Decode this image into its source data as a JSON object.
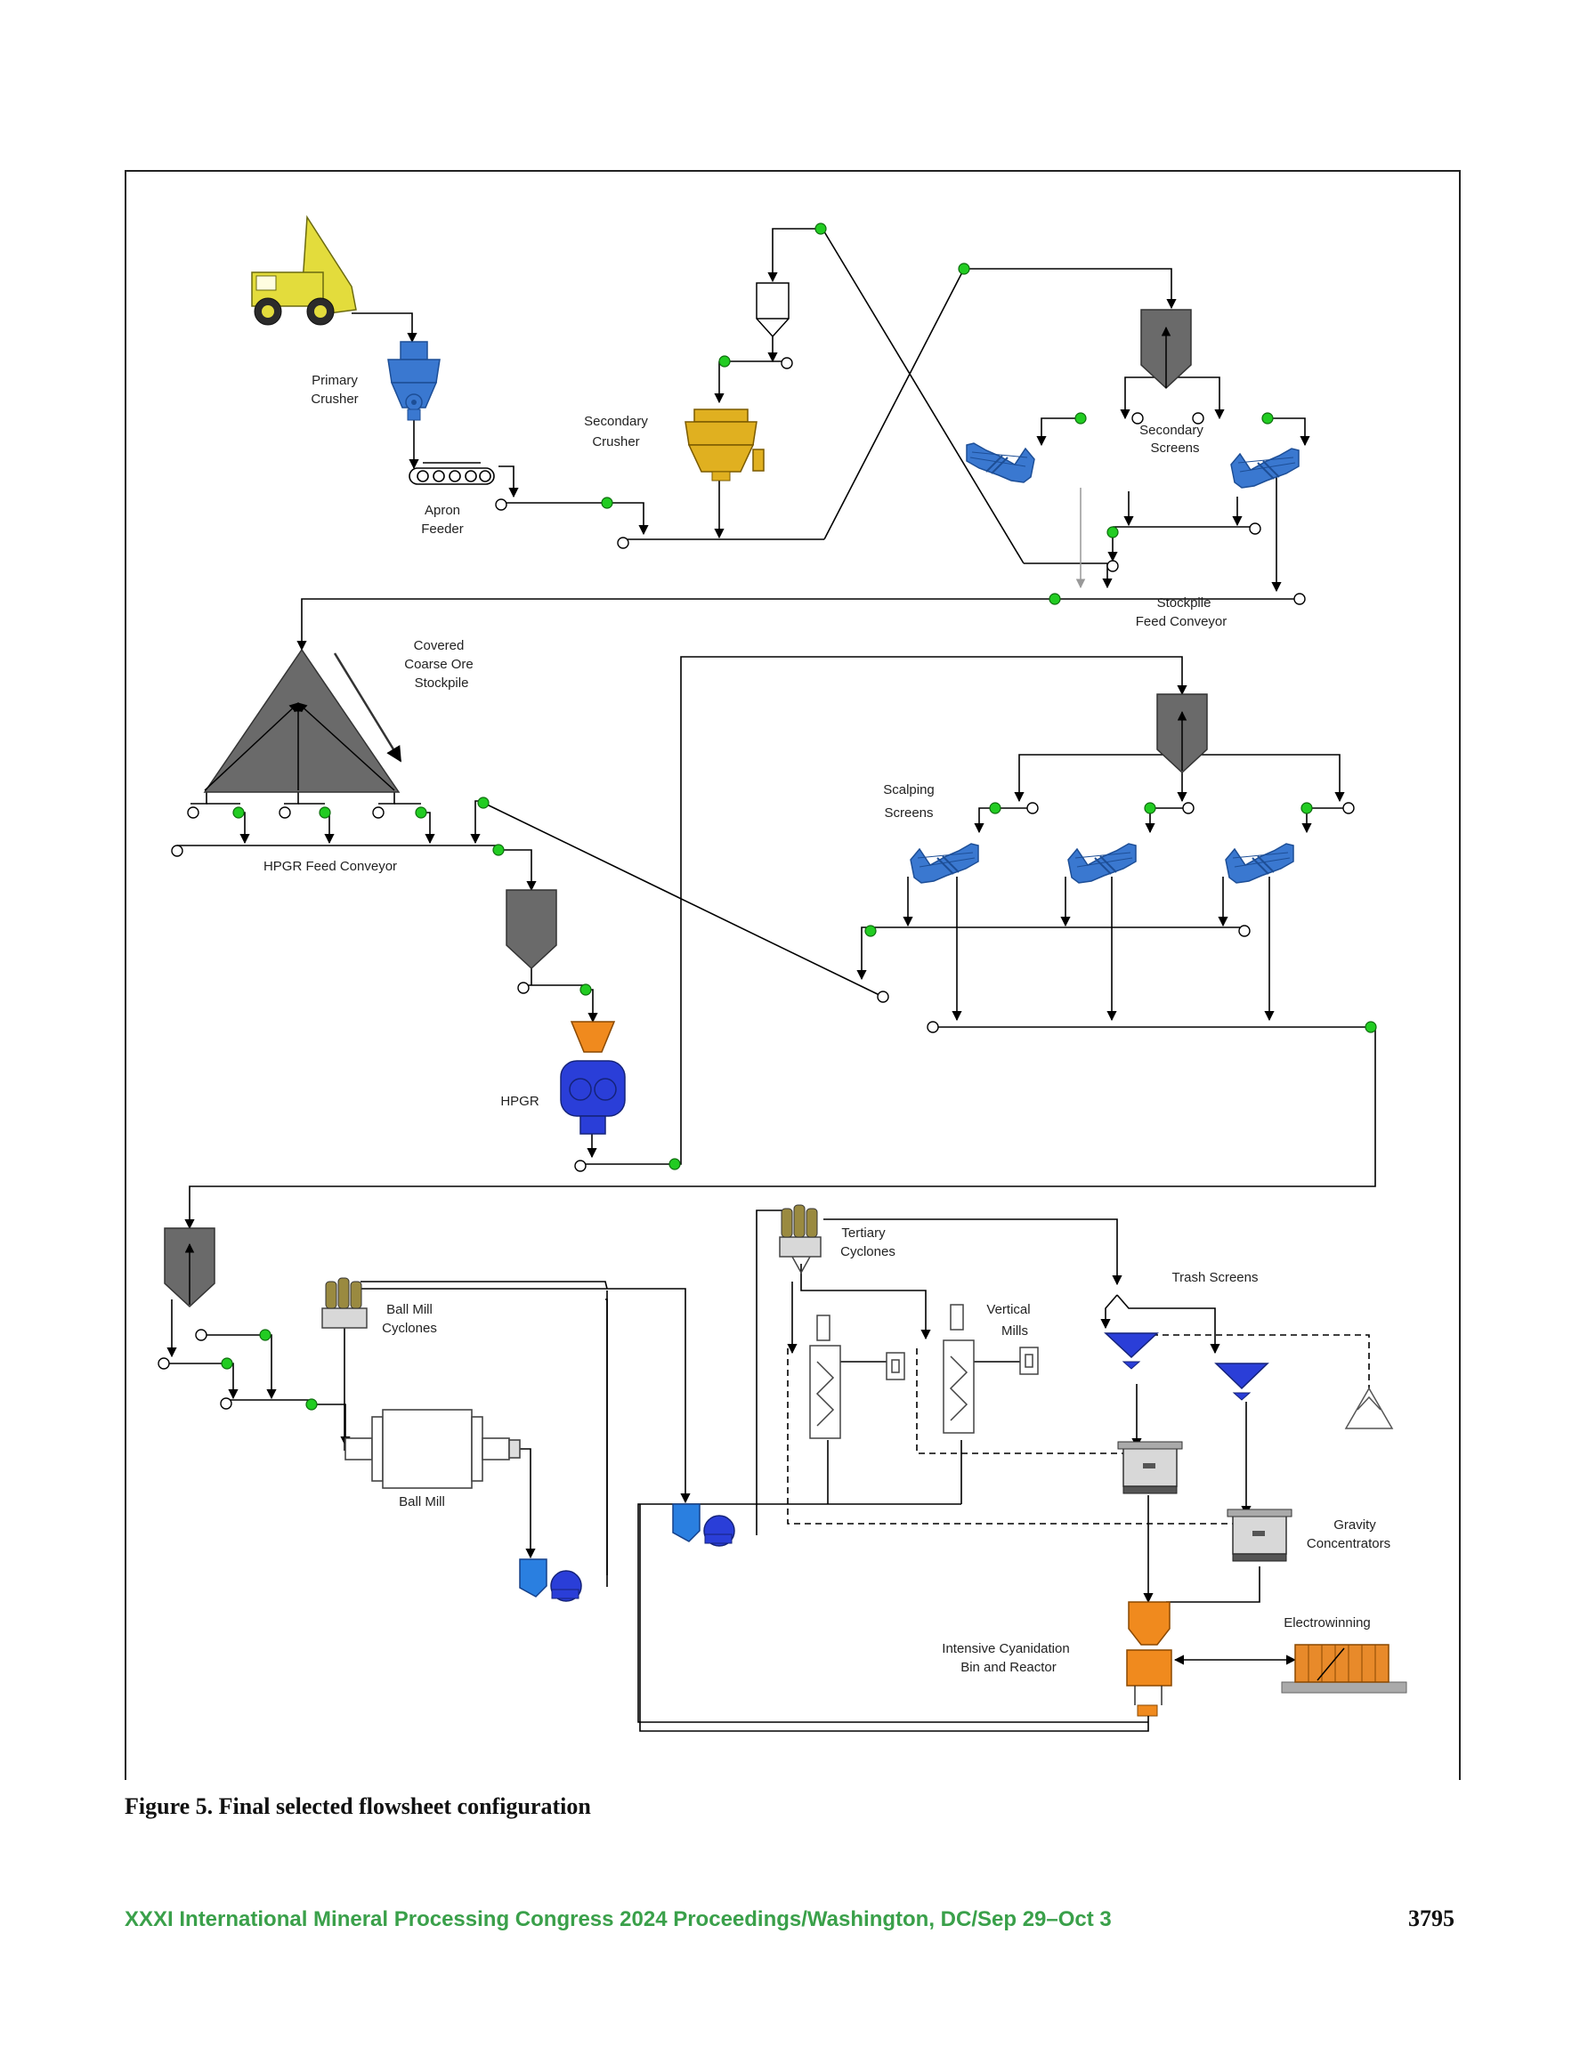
{
  "labels": {
    "primary_crusher": [
      "Primary",
      "Crusher"
    ],
    "apron_feeder": [
      "Apron",
      "Feeder"
    ],
    "secondary_crusher": [
      "Secondary",
      "Crusher"
    ],
    "secondary_screens": [
      "Secondary",
      "Screens"
    ],
    "stockpile_feed_conveyor": [
      "Stockpile",
      "Feed Conveyor"
    ],
    "covered_stockpile": [
      "Covered",
      "Coarse Ore",
      "Stockpile"
    ],
    "hpgr_feed_conveyor": [
      "HPGR Feed Conveyor"
    ],
    "scalping_screens": [
      "Scalping",
      "Screens"
    ],
    "hpgr": [
      "HPGR"
    ],
    "ball_mill_cyclones": [
      "Ball Mill",
      "Cyclones"
    ],
    "ball_mill": [
      "Ball Mill"
    ],
    "tertiary_cyclones": [
      "Tertiary",
      "Cyclones"
    ],
    "vertical_mills": [
      "Vertical",
      "Mills"
    ],
    "trash_screens": [
      "Trash Screens"
    ],
    "gravity_concentrators": [
      "Gravity",
      "Concentrators"
    ],
    "intensive_cyanidation": [
      "Intensive Cyanidation",
      "Bin and Reactor"
    ],
    "electrowinning": [
      "Electrowinning"
    ]
  },
  "caption": "Figure 5.  Final selected flowsheet configuration",
  "footer": {
    "proceedings": "XXXI International Mineral Processing Congress 2024 Proceedings/Washington, DC/Sep 29–Oct 3",
    "page_number": "3795"
  },
  "colors": {
    "equipment_blue": "#3a78d0",
    "deep_blue": "#2a3ed8",
    "bin_gray": "#6a6a6a",
    "truck_yellow": "#e3dc3c",
    "crusher_yellow": "#e0b020",
    "hpgr_orange": "#f08a1e",
    "node_green": "#22cc22",
    "footer_green": "#3aa04a"
  }
}
